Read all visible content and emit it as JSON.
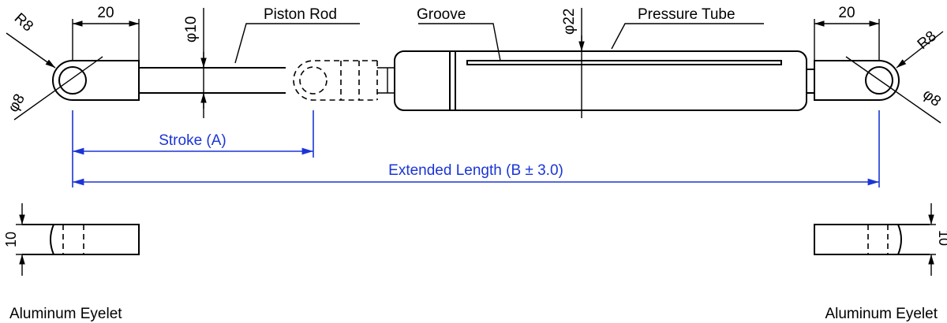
{
  "labels": {
    "piston_rod": "Piston Rod",
    "groove": "Groove",
    "pressure_tube": "Pressure Tube",
    "stroke": "Stroke (A)",
    "extended_length": "Extended Length (B ± 3.0)",
    "eyelet_left": "Aluminum Eyelet",
    "eyelet_right": "Aluminum Eyelet"
  },
  "dimensions": {
    "left_eyelet_width": "20",
    "right_eyelet_width": "20",
    "rod_diameter": "φ10",
    "tube_diameter": "φ22",
    "radius_left": "R8",
    "radius_right": "R8",
    "hole_left": "φ8",
    "hole_right": "φ8",
    "thickness_left": "10",
    "thickness_right": "10"
  },
  "colors": {
    "line": "#000000",
    "dimension_blue": "#1a35d6"
  }
}
